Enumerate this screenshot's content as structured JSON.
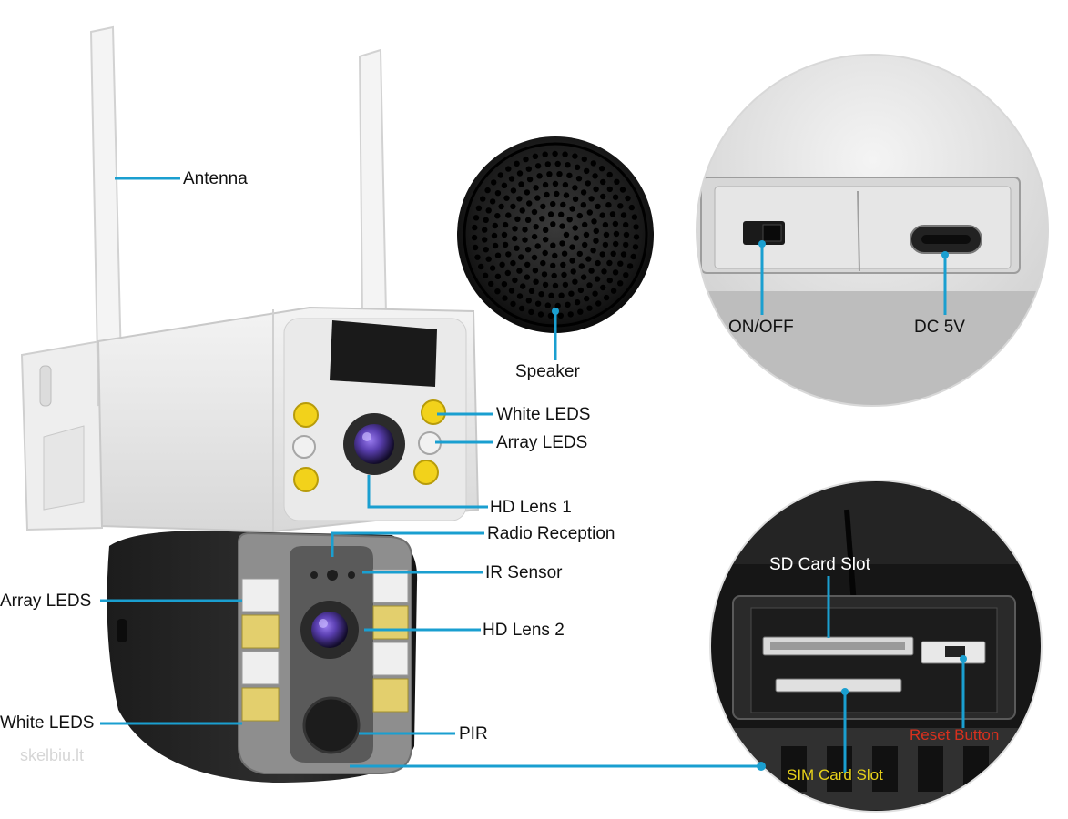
{
  "labels": {
    "antenna": "Antenna",
    "speaker": "Speaker",
    "on_off": "ON/OFF",
    "dc_5v": "DC 5V",
    "white_leds_top": "White LEDS",
    "array_leds_top": "Array LEDS",
    "hd_lens_1": "HD Lens 1",
    "radio_reception": "Radio Reception",
    "ir_sensor": "IR Sensor",
    "array_leds_left": "Array LEDS",
    "hd_lens_2": "HD Lens 2",
    "white_leds_left": "White LEDS",
    "pir": "PIR",
    "sd_card_slot": "SD Card Slot",
    "reset_button": "Reset Button",
    "sim_card_slot": "SIM Card Slot"
  },
  "watermark": "skelbiu.lt",
  "colors": {
    "leader_line": "#1a9fd0",
    "reset_label": "#d9301e",
    "sim_label": "#e8d21a",
    "led_yellow": "#f2d21b",
    "lens_purple": "#5a3fb0"
  }
}
